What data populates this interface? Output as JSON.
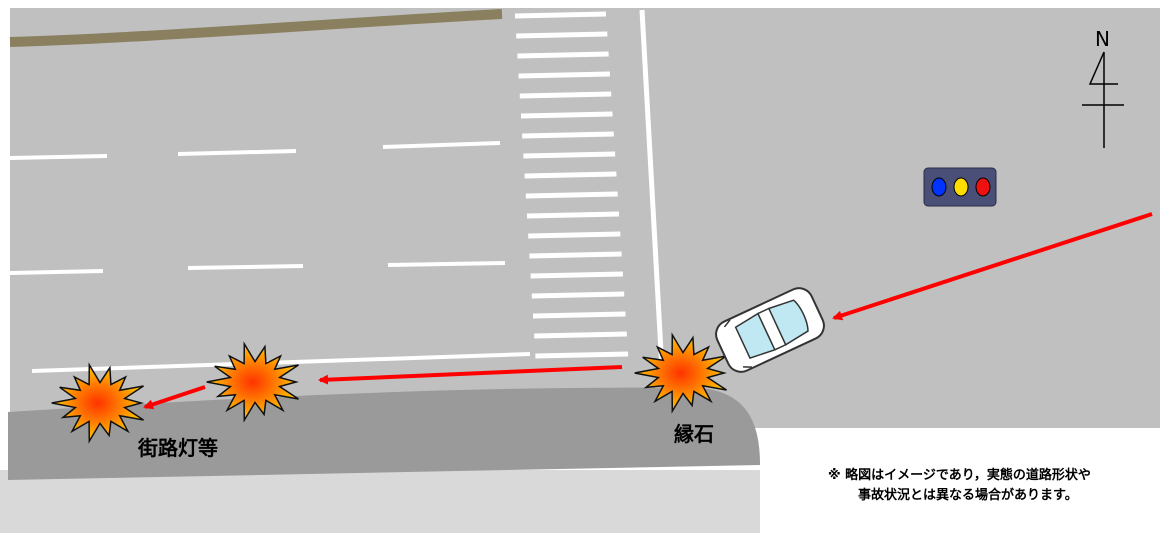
{
  "labels": {
    "streetlight": "街路灯等",
    "curb": "縁石"
  },
  "note": {
    "line1": "※ 略図はイメージであり，実態の道路形状や",
    "line2": "事故状況とは異なる場合があります。"
  },
  "compass": {
    "letter": "N"
  },
  "traffic_light": {
    "lamps": [
      "blue",
      "yellow",
      "red"
    ]
  },
  "colors": {
    "road": "#c0c0c0",
    "sidewalk": "#9a9a9a",
    "outer": "#d9d9d9",
    "median": "#8a8060",
    "arrow": "#ff0000",
    "marking": "#ffffff",
    "impact_outer": "#ffff00",
    "impact_inner": "#ff6a00",
    "lamp_blue": "#0033ff",
    "lamp_yellow": "#ffdd00",
    "lamp_red": "#ee1111"
  }
}
